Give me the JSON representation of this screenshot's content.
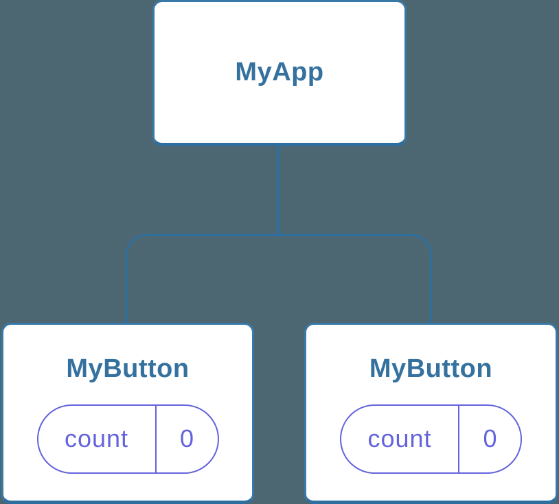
{
  "colors": {
    "canvas_bg": "#4C6772",
    "node_fill": "#FFFFFF",
    "node_border": "#3979A7",
    "node_border_bottom": "#2F6FA0",
    "title_text": "#35719F",
    "connector": "#2E6F9F",
    "state_accent": "#6363DD"
  },
  "tree": {
    "root": {
      "label": "MyApp"
    },
    "children": [
      {
        "label": "MyButton",
        "state": {
          "name": "count",
          "value": "0"
        }
      },
      {
        "label": "MyButton",
        "state": {
          "name": "count",
          "value": "0"
        }
      }
    ]
  }
}
